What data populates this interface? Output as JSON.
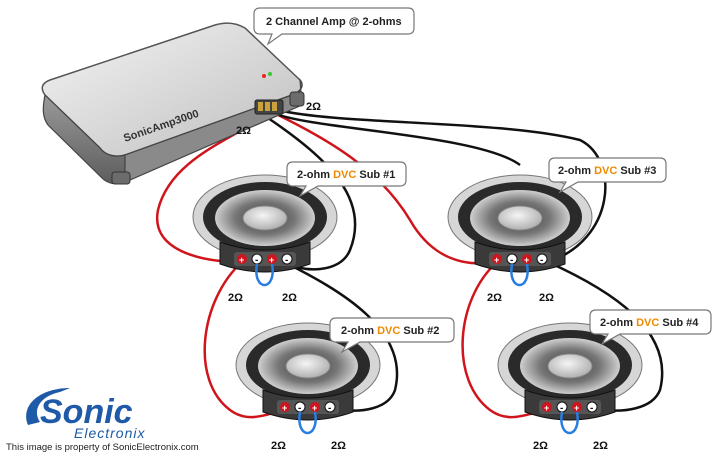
{
  "amp": {
    "callout": "2 Channel Amp @ 2-ohms",
    "brand_label": "SonicAmp3000",
    "channel_left_ohm": "2Ω",
    "channel_right_ohm": "2Ω"
  },
  "subs": [
    {
      "prefix": "2-ohm ",
      "dvc": "DVC",
      "suffix": " Sub #1",
      "ohm_left": "2Ω",
      "ohm_right": "2Ω"
    },
    {
      "prefix": "2-ohm ",
      "dvc": "DVC",
      "suffix": " Sub #2",
      "ohm_left": "2Ω",
      "ohm_right": "2Ω"
    },
    {
      "prefix": "2-ohm ",
      "dvc": "DVC",
      "suffix": " Sub #3",
      "ohm_left": "2Ω",
      "ohm_right": "2Ω"
    },
    {
      "prefix": "2-ohm ",
      "dvc": "DVC",
      "suffix": " Sub #4",
      "ohm_left": "2Ω",
      "ohm_right": "2Ω"
    }
  ],
  "terminal_symbols": {
    "positive": "+",
    "negative": "-"
  },
  "brand": {
    "name": "Sonic",
    "sub": "Electronix"
  },
  "copyright": "This image is property of SonicElectronix.com",
  "colors": {
    "positive_wire": "#d0141b",
    "negative_wire": "#111111",
    "jumper": "#2a7de1",
    "dvc": "#f08a00",
    "brand": "#1e5aa8"
  }
}
